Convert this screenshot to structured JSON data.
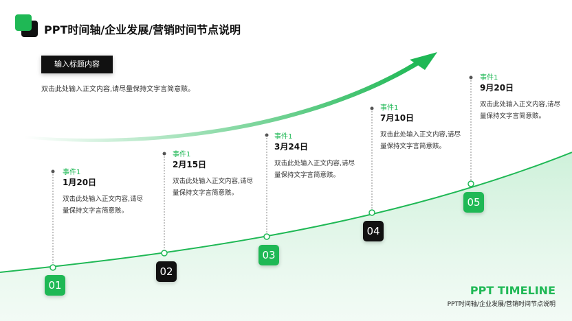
{
  "title": "PPT时间轴/企业发展/营销时间节点说明",
  "tag_label": "输入标题内容",
  "intro_text": "双击此处输入正文内容,请尽量保持文字言简意赅。",
  "events": [
    {
      "number": "01",
      "label": "事件1",
      "date": "1月20日",
      "desc_line1": "双击此处输入正文内容,请尽",
      "desc_line2": "量保持文字言简意赅。",
      "node_color": "green"
    },
    {
      "number": "02",
      "label": "事件1",
      "date": "2月15日",
      "desc_line1": "双击此处输入正文内容,请尽",
      "desc_line2": "量保持文字言简意赅。",
      "node_color": "black"
    },
    {
      "number": "03",
      "label": "事件1",
      "date": "3月24日",
      "desc_line1": "双击此处输入正文内容,请尽",
      "desc_line2": "量保持文字言简意赅。",
      "node_color": "green"
    },
    {
      "number": "04",
      "label": "事件1",
      "date": "7月10日",
      "desc_line1": "双击此处输入正文内容,请尽",
      "desc_line2": "量保持文字言简意赅。",
      "node_color": "black"
    },
    {
      "number": "05",
      "label": "事件1",
      "date": "9月20日",
      "desc_line1": "双击此处输入正文内容,请尽",
      "desc_line2": "量保持文字言简意赅。",
      "node_color": "green"
    }
  ],
  "footer": {
    "title": "PPT TIMELINE",
    "subtitle": "PPT时间轴/企业发展/营销时间节点说明"
  },
  "colors": {
    "accent": "#1fb855",
    "dark": "#111111"
  },
  "icons": {
    "logo": "stacked-squares-icon",
    "arrow": "upward-arrow-icon"
  }
}
